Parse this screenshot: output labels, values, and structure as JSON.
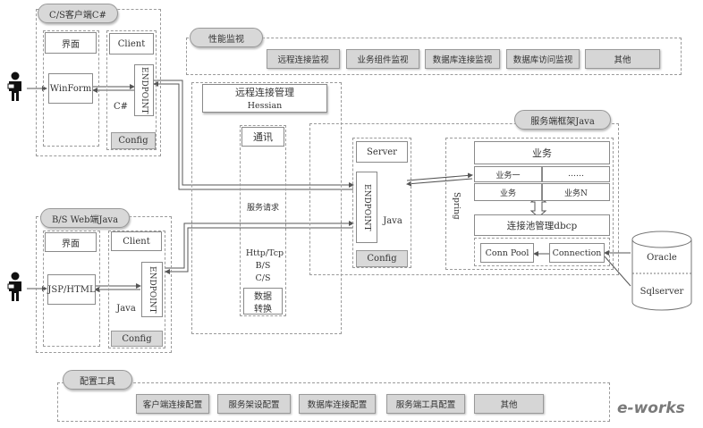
{
  "cs_client": {
    "title": "C/S客户端C#",
    "ui": "界面",
    "client": "Client",
    "winform": "WinForm",
    "endpoint": "ENDPOINT",
    "lang": "C#",
    "config": "Config"
  },
  "bs_client": {
    "title": "B/S Web端Java",
    "ui": "界面",
    "client": "Client",
    "page": "JSP/HTML",
    "endpoint": "ENDPOINT",
    "lang": "Java",
    "config": "Config"
  },
  "monitor": {
    "title": "性能监视",
    "items": [
      "远程连接监视",
      "业务组件监视",
      "数据库连接监视",
      "数据库访问监视",
      "其他"
    ]
  },
  "remote": {
    "title": "远程连接管理",
    "subtitle": "Hessian",
    "comm": "通讯",
    "request": "服务请求",
    "protocol": "Http/Tcp",
    "bs": "B/S",
    "cs": "C/S",
    "convert_line1": "数据",
    "convert_line2": "转换"
  },
  "server_framework": {
    "title": "服务端框架Java",
    "server": "Server",
    "endpoint": "ENDPOINT",
    "lang": "Java",
    "config": "Config",
    "spring": "Spring",
    "business": "业务",
    "biz1": "业务一",
    "biz_dots": "……",
    "biz": "业务",
    "bizN": "业务N",
    "pool_mgmt": "连接池管理dbcp",
    "conn_pool": "Conn Pool",
    "connection": "Connection"
  },
  "databases": [
    "Oracle",
    "Sqlserver"
  ],
  "config_tools": {
    "title": "配置工具",
    "items": [
      "客户端连接配置",
      "服务架设配置",
      "数据库连接配置",
      "服务端工具配置",
      "其他"
    ]
  },
  "watermark": "e-works"
}
